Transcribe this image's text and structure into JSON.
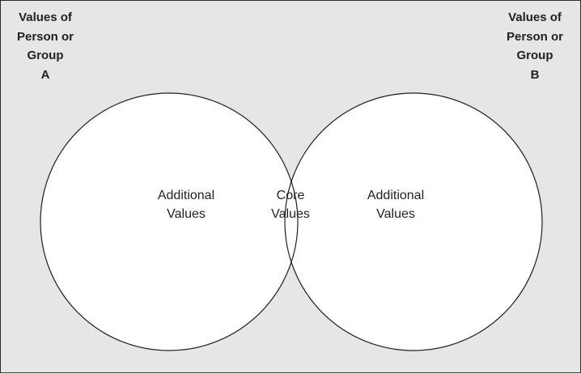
{
  "diagram": {
    "group_a": {
      "label_lines": [
        "Values of",
        "Person or",
        "Group",
        "A"
      ]
    },
    "group_b": {
      "label_lines": [
        "Values of",
        "Person or",
        "Group",
        "B"
      ]
    },
    "regions": {
      "left": {
        "label_lines": [
          "Additional",
          "Values"
        ]
      },
      "core": {
        "label_lines": [
          "Core",
          "Values"
        ]
      },
      "right": {
        "label_lines": [
          "Additional",
          "Values"
        ]
      }
    },
    "colors": {
      "background": "#e6e6e6",
      "circle_fill": "#ffffff",
      "stroke": "#231f20"
    }
  }
}
